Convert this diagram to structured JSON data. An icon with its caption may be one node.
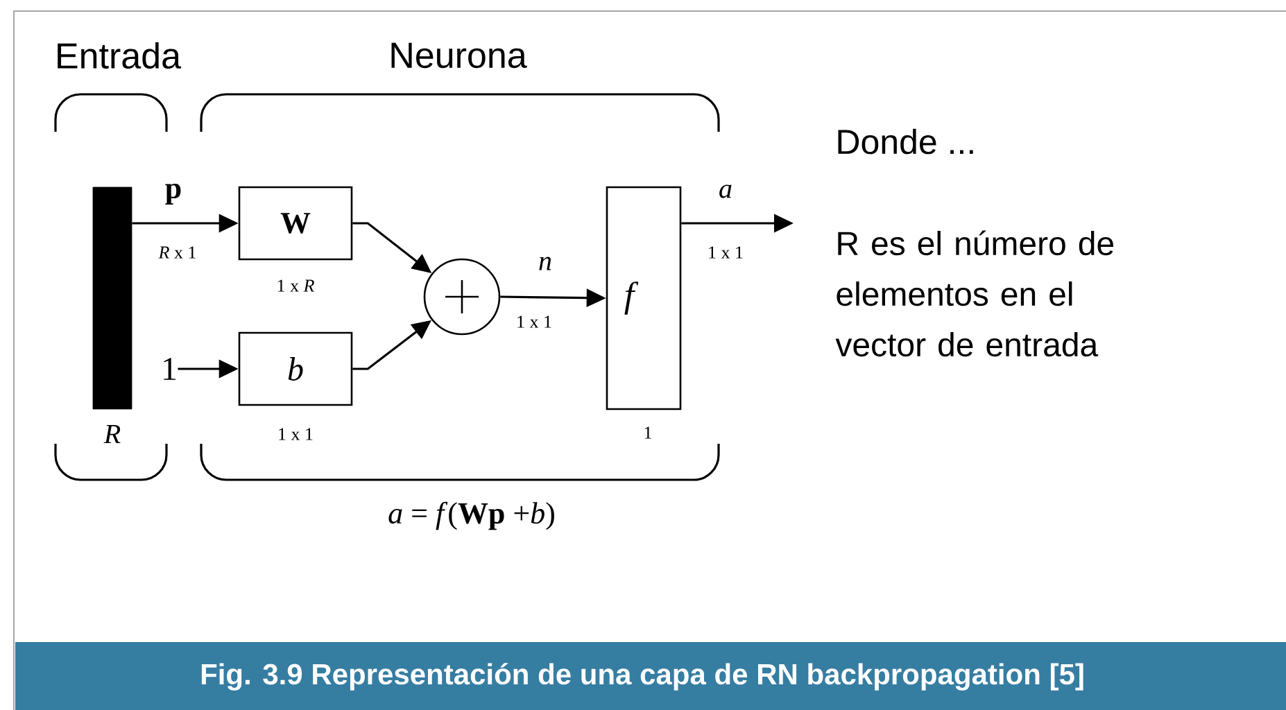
{
  "diagram": {
    "caption": "Fig. 3.9 Representación de una capa de RN backpropagation [5]",
    "nodes": [
      {
        "text": [],
        "shape": "bar",
        "beside": [
          "*R*"
        ]
      },
      {
        "text": [
          "W"
        ],
        "beside": [
          "1 x *R*"
        ]
      },
      {
        "text": [
          "*b*"
        ],
        "beside": [
          "1 x 1"
        ]
      },
      {
        "text": [],
        "shape": "circle"
      },
      {
        "text": [
          "*f*"
        ],
        "beside": [
          "1"
        ]
      },
      {
        "text": [
          "1"
        ]
      }
    ],
    "edges": [
      {
        "from": 0,
        "to": 1,
        "arrow": "to",
        "label": "p"
      },
      {
        "from": 5,
        "to": 2,
        "arrow": "to"
      },
      {
        "from": 1,
        "to": 3,
        "arrow": "to"
      },
      {
        "from": 2,
        "to": 3,
        "arrow": "to"
      },
      {
        "from": 3,
        "to": 4,
        "arrow": "to",
        "label": "*n*"
      },
      {
        "from": 4,
        "to": null,
        "arrow": "to",
        "label": "*a*"
      }
    ],
    "labels": [
      "Entrada",
      "Neurona",
      "*R* x 1",
      "1 x 1",
      "1 x 1",
      "*a* = *f*(**Wp** +*b*)",
      "Donde ...",
      "R es el número de elementos en el vector de entrada"
    ]
  }
}
